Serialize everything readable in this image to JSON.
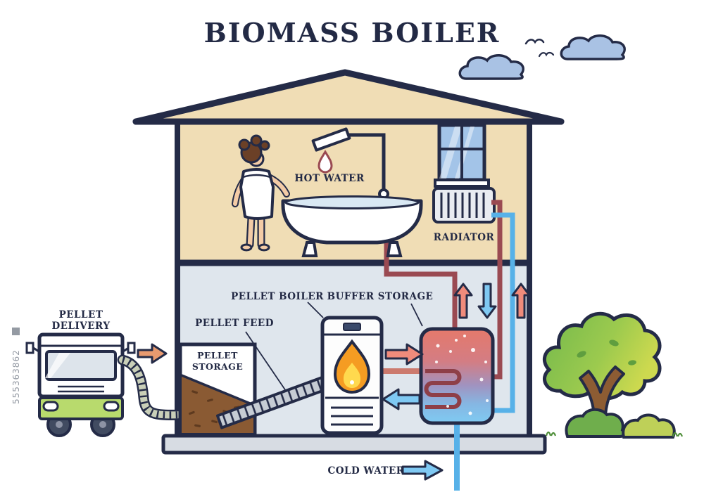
{
  "title": "BIOMASS BOILER",
  "watermark_id": "555363862",
  "labels": {
    "hot_water": "HOT WATER",
    "radiator": "RADIATOR",
    "pellet_boiler": "PELLET BOILER",
    "buffer_storage": "BUFFER STORAGE",
    "pellet_feed": "PELLET FEED",
    "pellet_storage_line1": "PELLET",
    "pellet_storage_line2": "STORAGE",
    "pellet_delivery_line1": "PELLET",
    "pellet_delivery_line2": "DELIVERY",
    "cold_water": "COLD WATER"
  },
  "colors": {
    "outline": "#242b47",
    "upper_floor_bg": "#f0ddb5",
    "basement_bg": "#dfe6ed",
    "foundation": "#d7dce3",
    "hot_pipe": "#9a4a52",
    "cold_pipe": "#57b1e8",
    "hot_arrow": "#f08b7b",
    "cold_arrow": "#7fc9f3",
    "flame_orange": "#f59c22",
    "flame_yellow": "#ffd94e",
    "pellet_brown": "#8a5a33",
    "truck_green": "#b8da6d",
    "tree_green": "#7fbf4f",
    "cloud_blue": "#a9c2e4"
  }
}
